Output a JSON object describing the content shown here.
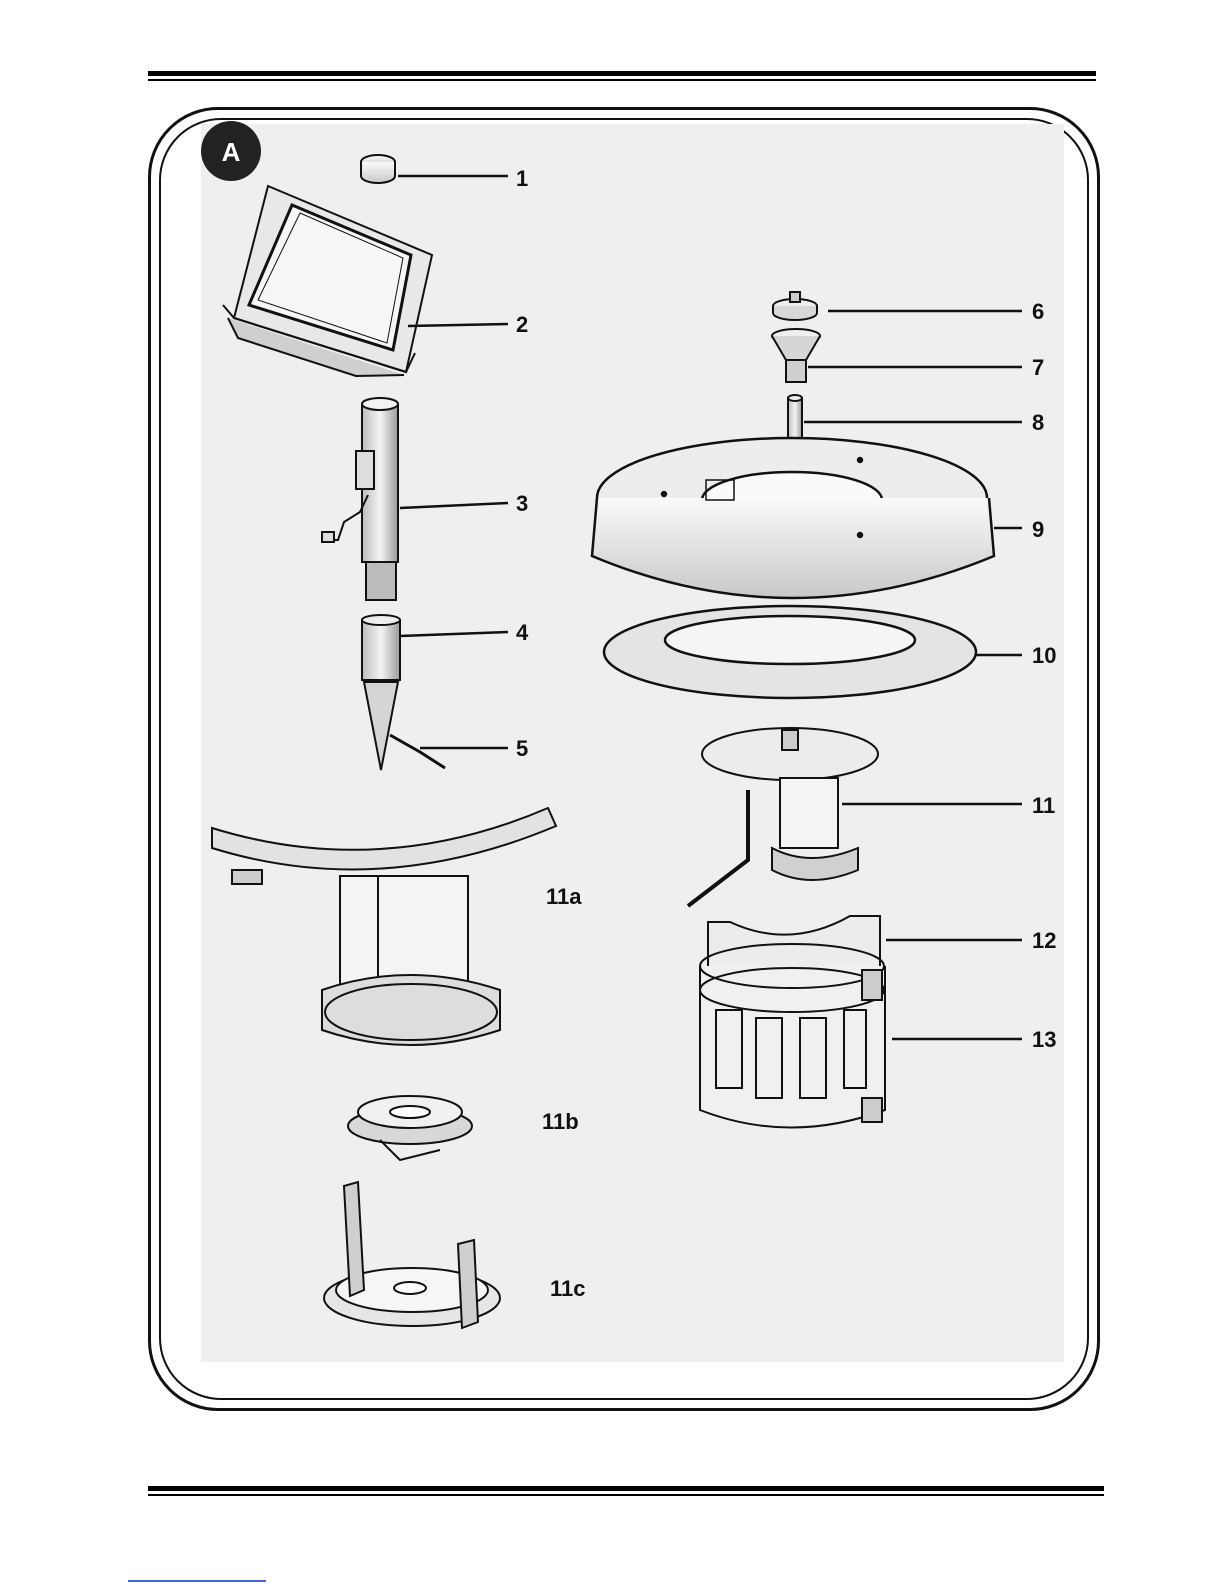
{
  "figure": {
    "badge": "A",
    "parts": [
      {
        "id": "p1",
        "label": "1"
      },
      {
        "id": "p2",
        "label": "2"
      },
      {
        "id": "p3",
        "label": "3"
      },
      {
        "id": "p4",
        "label": "4"
      },
      {
        "id": "p5",
        "label": "5"
      },
      {
        "id": "p6",
        "label": "6"
      },
      {
        "id": "p7",
        "label": "7"
      },
      {
        "id": "p8",
        "label": "8"
      },
      {
        "id": "p9",
        "label": "9"
      },
      {
        "id": "p10",
        "label": "10"
      },
      {
        "id": "p11",
        "label": "11"
      },
      {
        "id": "p12",
        "label": "12"
      },
      {
        "id": "p13",
        "label": "13"
      },
      {
        "id": "p11a",
        "label": "11a"
      },
      {
        "id": "p11b",
        "label": "11b"
      },
      {
        "id": "p11c",
        "label": "11c"
      }
    ]
  }
}
